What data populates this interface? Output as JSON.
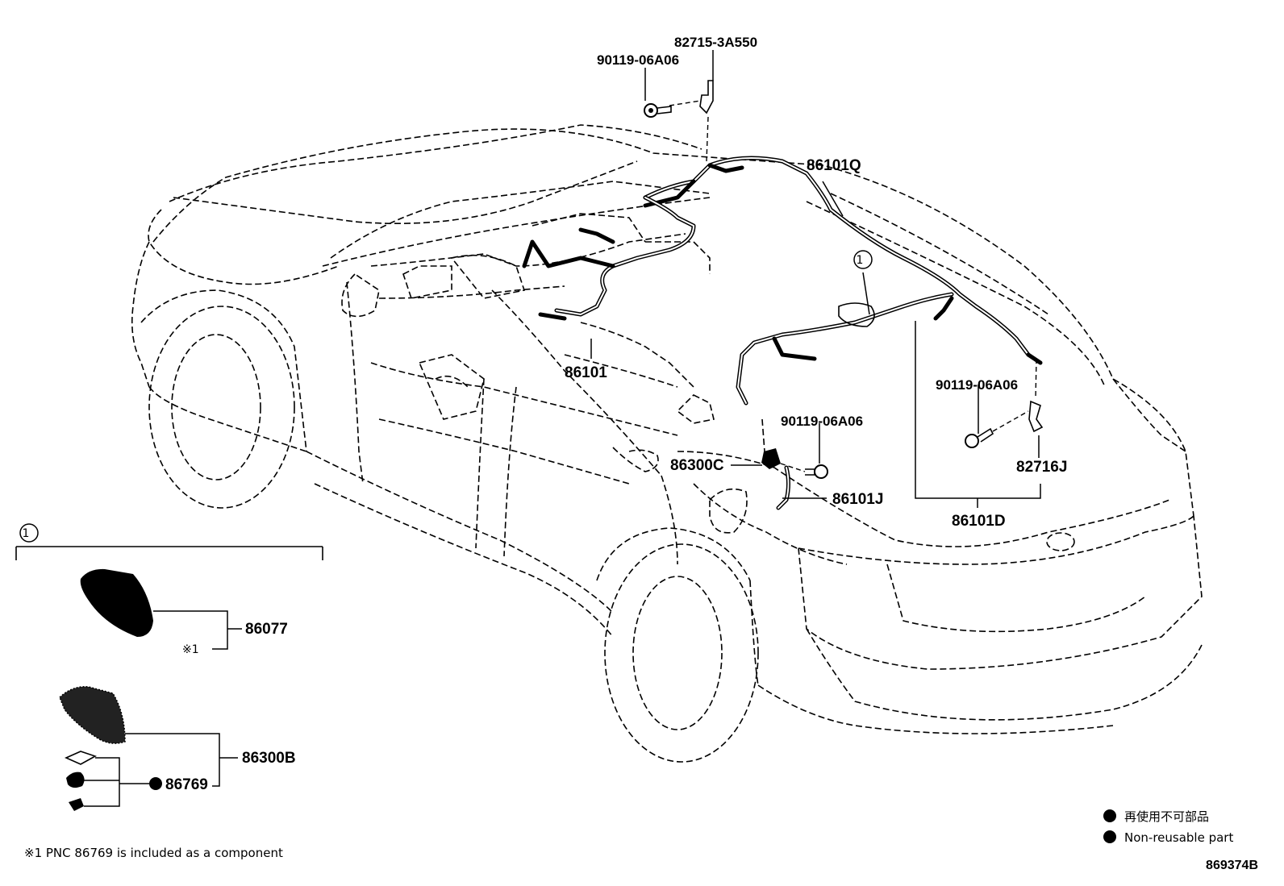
{
  "labels": {
    "p82715": "82715-3A550",
    "p90119_top": "90119-06A06",
    "p86101Q": "86101Q",
    "p86101": "86101",
    "p86300C": "86300C",
    "p90119_mid": "90119-06A06",
    "p86101J": "86101J",
    "p90119_right": "90119-06A06",
    "p82716J": "82716J",
    "p86101D": "86101D",
    "p86077": "86077",
    "p86300B": "86300B",
    "p86769": "86769",
    "circle_ref_car": "1",
    "circle_ref_group": "1",
    "note_mark": "※1"
  },
  "footnote": "※1 PNC 86769 is included as a component",
  "legend": {
    "jp": "再使用不可部品",
    "en": "Non-reusable part"
  },
  "diagram_id": "869374B"
}
